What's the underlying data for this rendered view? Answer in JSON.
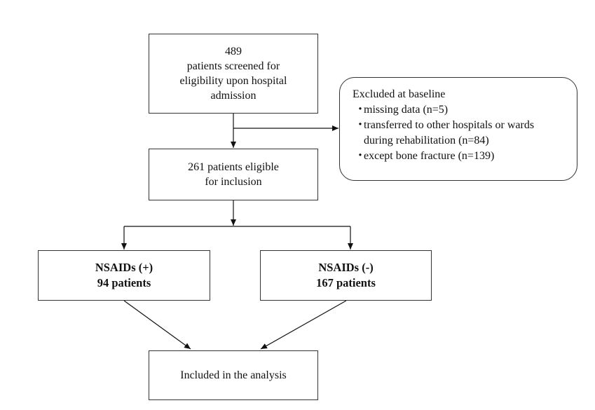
{
  "screened": {
    "count": "489",
    "line1": "patients screened for",
    "line2": "eligibility upon hospital",
    "line3": "admission"
  },
  "excluded": {
    "title": "Excluded at baseline",
    "bullet": "・",
    "items": [
      {
        "lines": [
          "missing data (n=5)"
        ]
      },
      {
        "lines": [
          "transferred to other hospitals or wards",
          "during rehabilitation (n=84)"
        ]
      },
      {
        "lines": [
          "except bone fracture (n=139)"
        ]
      }
    ]
  },
  "eligible": {
    "line1": "261 patients eligible",
    "line2": "for inclusion"
  },
  "nsaid_plus": {
    "label": "NSAIDs (+)",
    "count": "94 patients"
  },
  "nsaid_minus": {
    "label": "NSAIDs (-)",
    "count": "167 patients"
  },
  "analysis": {
    "label": "Included in the analysis"
  }
}
